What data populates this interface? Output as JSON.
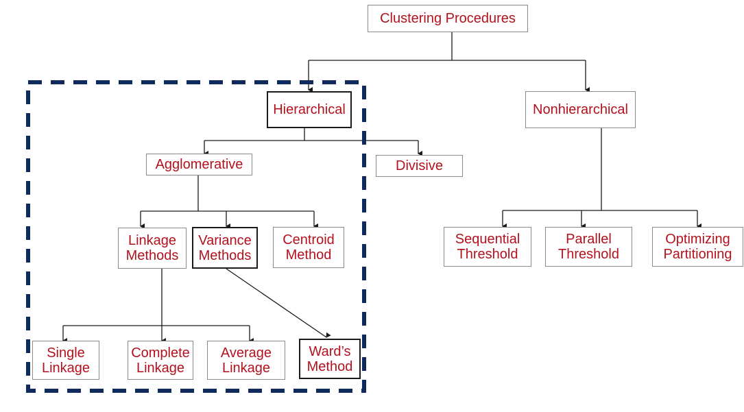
{
  "colors": {
    "label_text": "#b3111d",
    "dashed_frame": "#0f2a5c",
    "connector": "#1a1a1a"
  },
  "nodes": {
    "root": "Clustering Procedures",
    "hierarchical": "Hierarchical",
    "nonhierarchical": "Nonhierarchical",
    "agglomerative": "Agglomerative",
    "divisive": "Divisive",
    "linkage_methods": "Linkage\nMethods",
    "variance_methods": "Variance\nMethods",
    "centroid_method": "Centroid\nMethod",
    "sequential_threshold": "Sequential\nThreshold",
    "parallel_threshold": "Parallel\nThreshold",
    "optimizing_partitioning": "Optimizing\nPartitioning",
    "single_linkage": "Single\nLinkage",
    "complete_linkage": "Complete\nLinkage",
    "average_linkage": "Average\nLinkage",
    "wards_method": "Ward’s\nMethod"
  }
}
